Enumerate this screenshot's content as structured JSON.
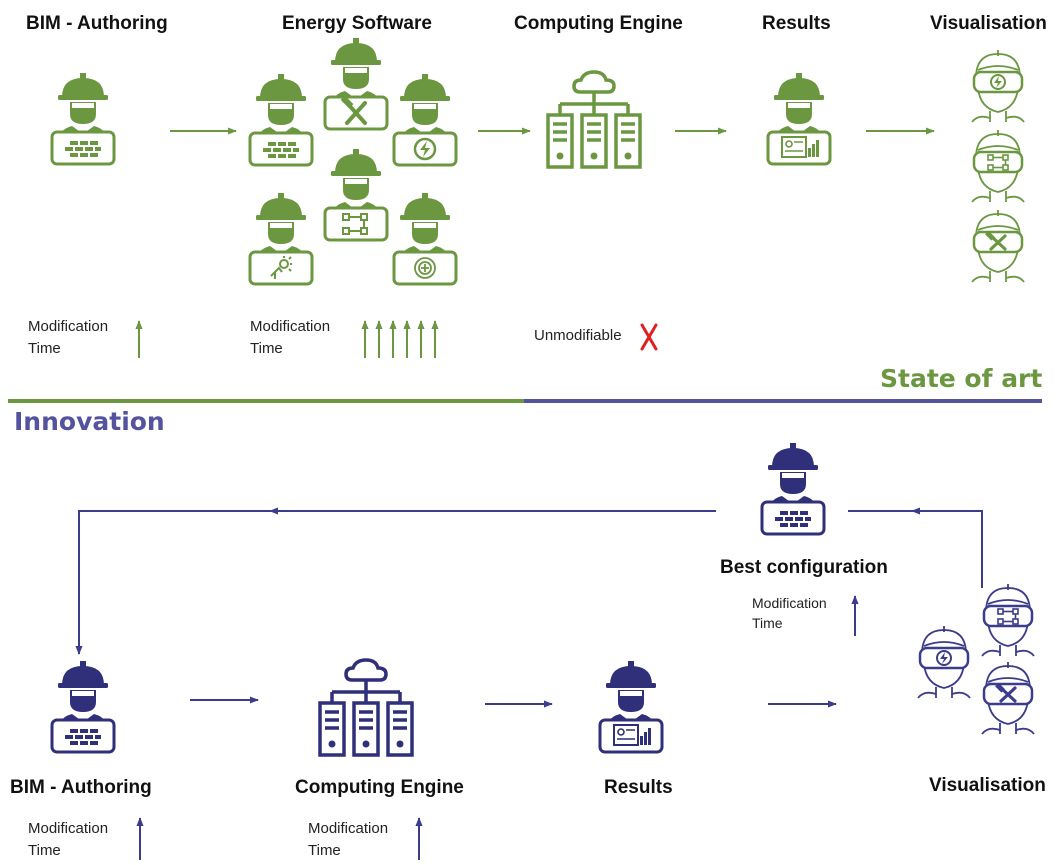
{
  "state_of_art": {
    "title": "State of art",
    "color": "#6b9741",
    "steps": [
      "BIM - Authoring",
      "Energy Software",
      "Computing Engine",
      "Results",
      "Visualisation"
    ],
    "notes": {
      "bim": {
        "line1": "Modification",
        "line2": "Time"
      },
      "energy": {
        "line1": "Modification",
        "line2": "Time"
      },
      "computing": {
        "text": "Unmodifiable",
        "mark": "X"
      }
    }
  },
  "innovation": {
    "title": "Innovation",
    "color": "#3c3c8c",
    "steps": [
      "BIM - Authoring",
      "Computing Engine",
      "Results",
      "Visualisation"
    ],
    "feedback": "Best configuration",
    "notes": {
      "bim": {
        "line1": "Modification",
        "line2": "Time"
      },
      "computing": {
        "line1": "Modification",
        "line2": "Time"
      },
      "feedback": {
        "line1": "Modification",
        "line2": "Time"
      }
    }
  },
  "icons": [
    "engineer-laptop-bricks-icon",
    "engineer-laptop-tools-icon",
    "engineer-laptop-energy-icon",
    "engineer-laptop-flowchart-icon",
    "engineer-laptop-sun-icon",
    "engineer-laptop-emblem-icon",
    "cloud-server-icon",
    "engineer-laptop-dashboard-icon",
    "vr-headset-energy-icon",
    "vr-headset-flowchart-icon",
    "vr-headset-tools-icon",
    "up-arrow-icon",
    "red-x-icon"
  ]
}
